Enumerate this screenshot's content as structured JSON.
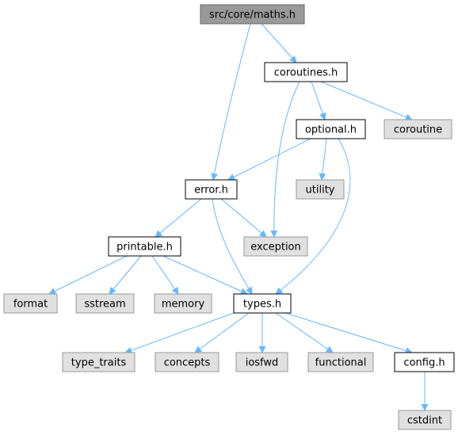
{
  "colors": {
    "edge": "#63b8ff",
    "root_fill": "#999999",
    "root_stroke": "#666666",
    "project_fill": "#ffffff",
    "project_stroke": "#000000",
    "system_fill": "#e0e0e0",
    "system_stroke": "#999999"
  },
  "nodes": [
    {
      "id": "maths",
      "label": "src/core/maths.h",
      "kind": "root"
    },
    {
      "id": "coroutines",
      "label": "coroutines.h",
      "kind": "project"
    },
    {
      "id": "optional",
      "label": "optional.h",
      "kind": "project"
    },
    {
      "id": "coroutine",
      "label": "coroutine",
      "kind": "system"
    },
    {
      "id": "error",
      "label": "error.h",
      "kind": "project"
    },
    {
      "id": "utility",
      "label": "utility",
      "kind": "system"
    },
    {
      "id": "printable",
      "label": "printable.h",
      "kind": "project"
    },
    {
      "id": "exception",
      "label": "exception",
      "kind": "system"
    },
    {
      "id": "format",
      "label": "format",
      "kind": "system"
    },
    {
      "id": "sstream",
      "label": "sstream",
      "kind": "system"
    },
    {
      "id": "memory",
      "label": "memory",
      "kind": "system"
    },
    {
      "id": "types",
      "label": "types.h",
      "kind": "project"
    },
    {
      "id": "type_traits",
      "label": "type_traits",
      "kind": "system"
    },
    {
      "id": "concepts",
      "label": "concepts",
      "kind": "system"
    },
    {
      "id": "iosfwd",
      "label": "iosfwd",
      "kind": "system"
    },
    {
      "id": "functional",
      "label": "functional",
      "kind": "system"
    },
    {
      "id": "config",
      "label": "config.h",
      "kind": "project"
    },
    {
      "id": "cstdint",
      "label": "cstdint",
      "kind": "system"
    }
  ],
  "edges": [
    [
      "maths",
      "coroutines"
    ],
    [
      "maths",
      "error"
    ],
    [
      "coroutines",
      "optional"
    ],
    [
      "coroutines",
      "coroutine"
    ],
    [
      "coroutines",
      "exception"
    ],
    [
      "optional",
      "error"
    ],
    [
      "optional",
      "utility"
    ],
    [
      "optional",
      "types"
    ],
    [
      "error",
      "printable"
    ],
    [
      "error",
      "exception"
    ],
    [
      "error",
      "types"
    ],
    [
      "printable",
      "format"
    ],
    [
      "printable",
      "sstream"
    ],
    [
      "printable",
      "memory"
    ],
    [
      "printable",
      "types"
    ],
    [
      "types",
      "type_traits"
    ],
    [
      "types",
      "concepts"
    ],
    [
      "types",
      "iosfwd"
    ],
    [
      "types",
      "functional"
    ],
    [
      "types",
      "config"
    ],
    [
      "config",
      "cstdint"
    ]
  ]
}
